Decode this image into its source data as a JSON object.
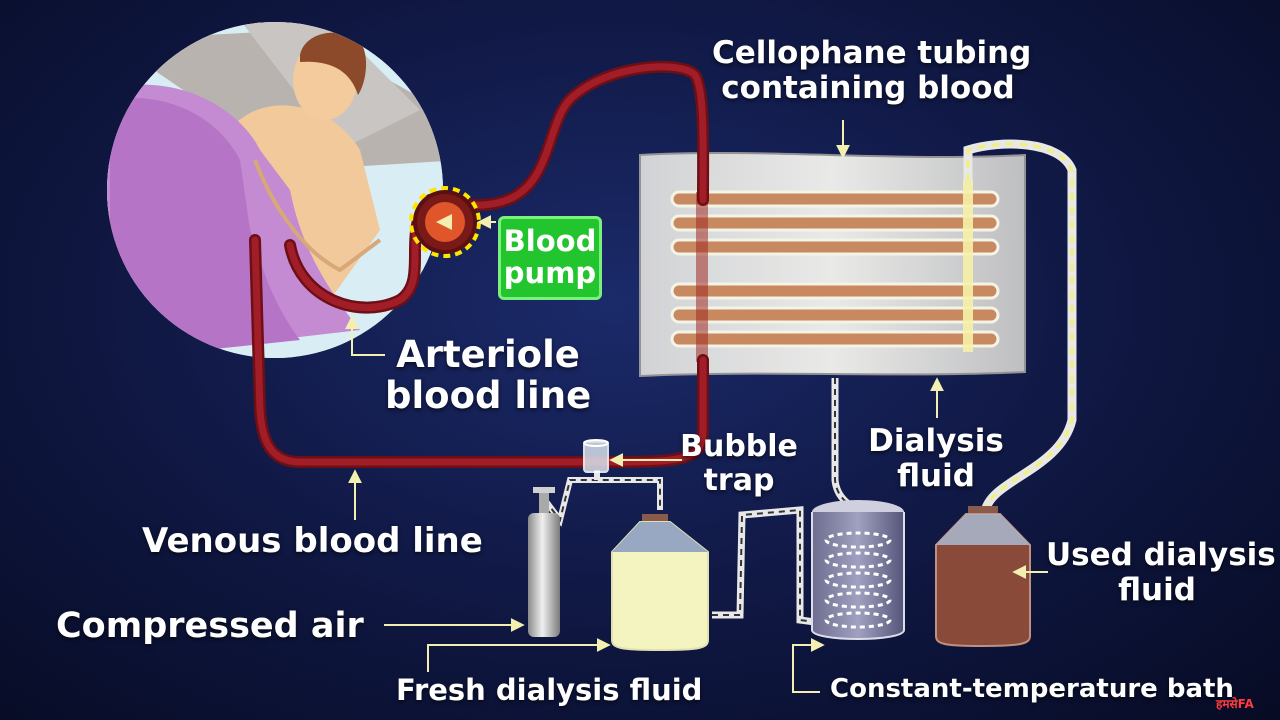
{
  "labels": {
    "cellophane": [
      "Cellophane tubing",
      "containing blood"
    ],
    "blood_pump": [
      "Blood",
      "pump"
    ],
    "arteriole": [
      "Arteriole",
      "blood line"
    ],
    "venous": "Venous blood line",
    "bubble_trap": [
      "Bubble",
      "trap"
    ],
    "dialysis_fluid": [
      "Dialysis",
      "fluid"
    ],
    "used_dialysis": [
      "Used dialysis",
      "fluid"
    ],
    "compressed_air": "Compressed air",
    "fresh_dialysis": "Fresh dialysis fluid",
    "constant_temp": "Constant-temperature bath"
  },
  "watermark": "हमसेFA",
  "colors": {
    "background": "#111a48",
    "blood": "#8b1620",
    "pump_box": "#22c52e",
    "fresh_fluid": "#f4f4c0",
    "used_fluid": "#8a4a3a",
    "arrow": "#f2efb0"
  }
}
